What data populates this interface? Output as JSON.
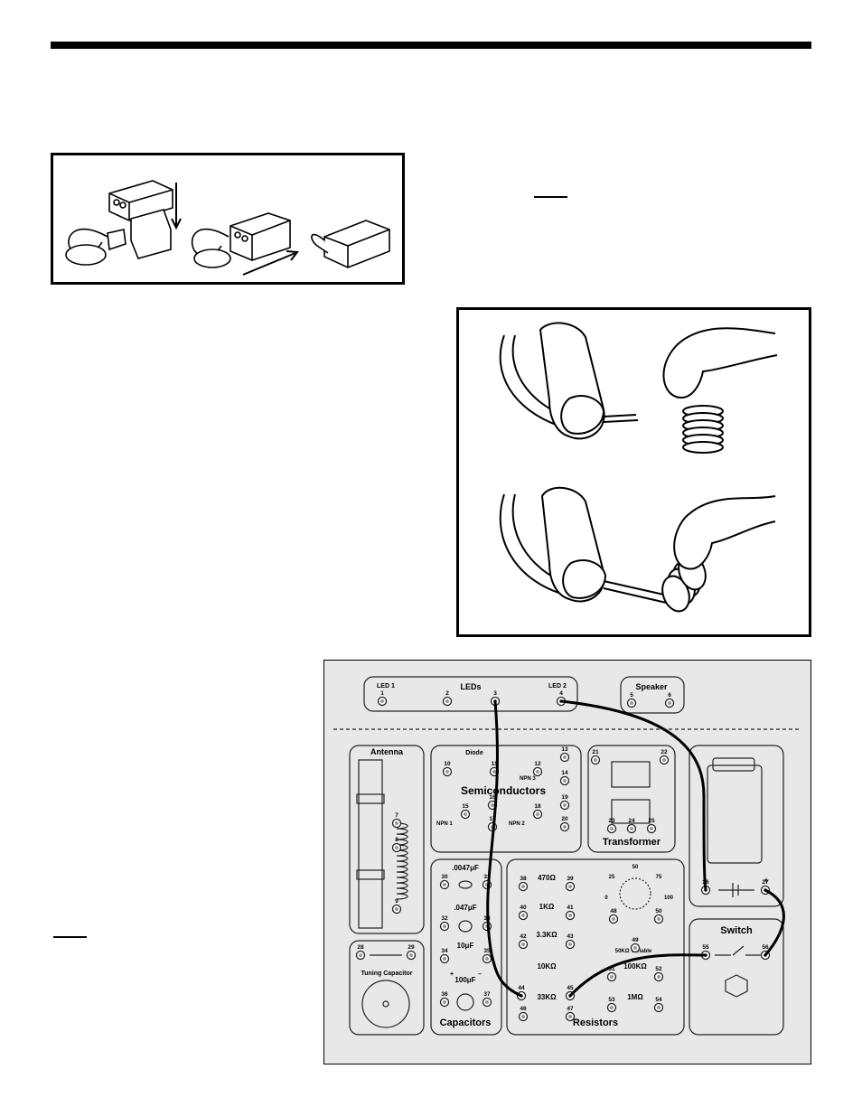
{
  "board": {
    "leds": {
      "title": "LEDs",
      "led1": "LED 1",
      "led2": "LED 2",
      "pins": [
        "1",
        "2",
        "3",
        "4"
      ]
    },
    "speaker": {
      "title": "Speaker",
      "pins": [
        "5",
        "6"
      ]
    },
    "antenna": {
      "title": "Antenna",
      "pins": [
        "7",
        "8",
        "9"
      ]
    },
    "semiconductors": {
      "title": "Semiconductors",
      "diode_label": "Diode",
      "npn1": "NPN 1",
      "npn2": "NPN 2",
      "npn3": "NPN 3",
      "pins": [
        "10",
        "11",
        "12",
        "13",
        "14",
        "15",
        "16",
        "17",
        "18",
        "19",
        "20"
      ]
    },
    "transformer": {
      "title": "Transformer",
      "pins": [
        "21",
        "22",
        "23",
        "24",
        "25"
      ]
    },
    "battery": {
      "minus": "–",
      "plus": "+",
      "pins": [
        "26",
        "27"
      ]
    },
    "tuning_capacitor": {
      "title": "Tuning Capacitor",
      "pins": [
        "28",
        "29"
      ]
    },
    "capacitors": {
      "title": "Capacitors",
      "values": [
        ".0047μF",
        ".047μF",
        "10μF",
        "100μF"
      ],
      "pins": [
        "30",
        "31",
        "32",
        "33",
        "34",
        "35",
        "36",
        "37"
      ],
      "plus": "+",
      "minus": "–"
    },
    "resistors": {
      "title": "Resistors",
      "values": [
        "470Ω",
        "1KΩ",
        "3.3KΩ",
        "10KΩ",
        "33KΩ",
        "100KΩ",
        "1MΩ"
      ],
      "pins": [
        "38",
        "39",
        "40",
        "41",
        "42",
        "43",
        "44",
        "45",
        "46",
        "47",
        "51",
        "52",
        "53",
        "54"
      ],
      "variable_label": "50KΩ Variable",
      "variable_pins": [
        "48",
        "49",
        "50"
      ],
      "dial": [
        "0",
        "25",
        "50",
        "75",
        "100"
      ]
    },
    "switch": {
      "title": "Switch",
      "pins": [
        "55",
        "56"
      ]
    }
  }
}
